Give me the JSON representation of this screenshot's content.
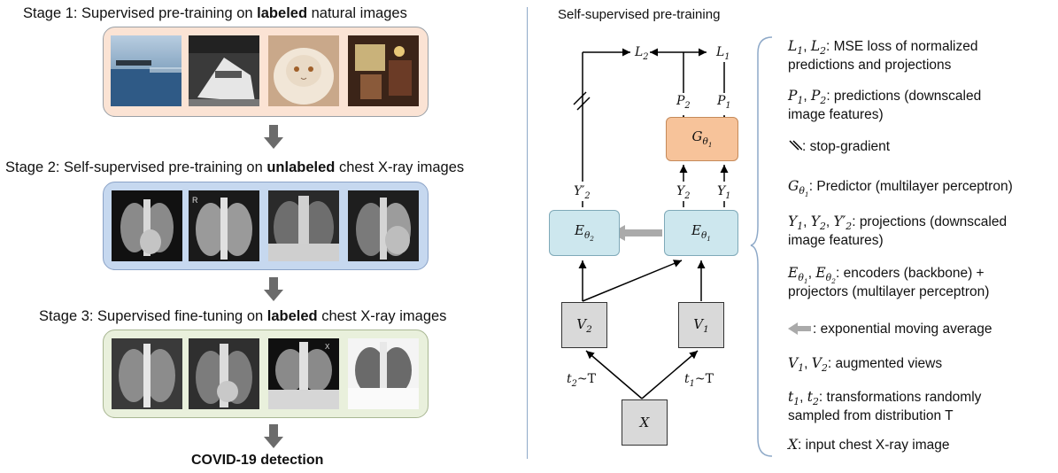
{
  "left": {
    "stage1": {
      "prefix": "Stage 1: Supervised pre-training on ",
      "bold": "labeled",
      "suffix": " natural images"
    },
    "stage2": {
      "prefix": "Stage 2: Self-supervised pre-training on ",
      "bold": "unlabeled",
      "suffix": " chest X-ray images"
    },
    "stage3": {
      "prefix": "Stage 3: Supervised fine-tuning on ",
      "bold": "labeled",
      "suffix": " chest X-ray images"
    },
    "result": "COVID-19 detection"
  },
  "right": {
    "title": "Self-supervised pre-training",
    "nodes": {
      "L2": "L",
      "L2_sub": "2",
      "L1": "L",
      "L1_sub": "1",
      "P2": "P",
      "P2_sub": "2",
      "P1": "P",
      "P1_sub": "1",
      "G": "G",
      "G_sub": "θ",
      "Y2p": "Y′",
      "Y2p_sub": "2",
      "Y2": "Y",
      "Y2_sub": "2",
      "Y1": "Y",
      "Y1_sub": "1",
      "E2": "E",
      "E2_sub": "θ",
      "E1": "E",
      "E1_sub": "θ",
      "V2": "V",
      "V2_sub": "2",
      "V1": "V",
      "V1_sub": "1",
      "t2": "t",
      "t2_sub": "2",
      "t2_tail": "~T",
      "t1": "t",
      "t1_sub": "1",
      "t1_tail": "~T",
      "X": "X"
    },
    "legend": [
      {
        "sym": "L",
        "text": ": MSE loss of normalized"
      },
      {
        "text": "predictions and projections"
      },
      {
        "text": ": predictions (downscaled"
      },
      {
        "text": "image features)"
      },
      {
        "text": ": stop-gradient"
      },
      {
        "text": ": Predictor (multilayer perceptron)"
      },
      {
        "text": ": projections (downscaled"
      },
      {
        "text": "image features)"
      },
      {
        "text": ": encoders (backbone) +"
      },
      {
        "text": "projectors (multilayer perceptron)"
      },
      {
        "text": ": exponential moving average"
      },
      {
        "text": ": augmented views"
      },
      {
        "text": ": transformations randomly"
      },
      {
        "text": "sampled from distribution T"
      },
      {
        "text": ": input chest X-ray image"
      }
    ]
  },
  "colors": {
    "peach": "#fbe3d4",
    "blue_panel": "#c6d8ef",
    "green_panel": "#e9f0dc",
    "encoder": "#cde7ee",
    "predictor": "#f7c39a",
    "view_box": "#d9d9d9",
    "gray_arrow": "#6b6b6b"
  }
}
